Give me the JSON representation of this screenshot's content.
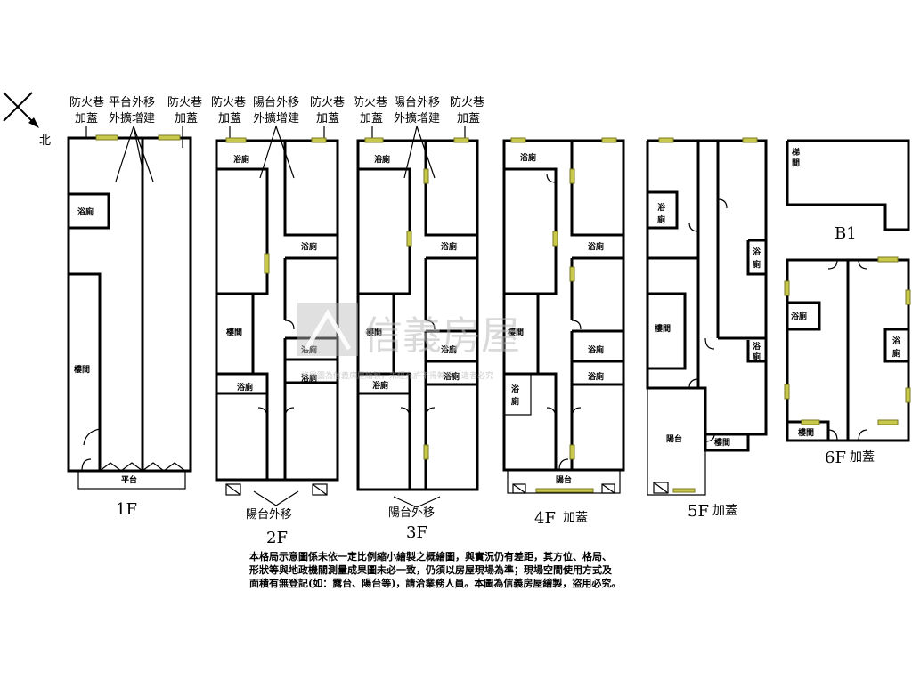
{
  "north_label": "北",
  "watermark": {
    "brand": "信義房屋",
    "subtext": "格局圖為信義房屋繪製，未經允許不得轉載，違者必究"
  },
  "annotations": {
    "a1_line1": "防火巷",
    "a1_line2": "加蓋",
    "a2_line1": "平台外移",
    "a2_line2": "外擴增建",
    "a3_line1": "防火巷",
    "a3_line2": "加蓋",
    "a4_line1": "防火巷",
    "a4_line2": "加蓋",
    "a5_line1": "陽台外移",
    "a5_line2": "外擴增建",
    "a6_line1": "防火巷",
    "a6_line2": "加蓋",
    "a7_line1": "防火巷",
    "a7_line2": "加蓋",
    "a8_line1": "陽台外移",
    "a8_line2": "外擴增建",
    "a9_line1": "防火巷",
    "a9_line2": "加蓋",
    "balcony_2f": "陽台外移",
    "balcony_3f": "陽台外移"
  },
  "rooms": {
    "bath": "浴廁",
    "bath_v1": "浴",
    "bath_v2": "廁",
    "stair": "樓間",
    "stair_v1": "梯",
    "stair_v2": "間",
    "platform": "平台",
    "balcony": "陽台"
  },
  "floors": {
    "f1": "1F",
    "f2": "2F",
    "f3": "3F",
    "f4": "4F",
    "f4_note": "加蓋",
    "f5": "5F",
    "f5_note": "加蓋",
    "b1": "B1",
    "f6": "6F",
    "f6_note": "加蓋"
  },
  "disclaimer": {
    "line1": "本格局示意圖係未依一定比例縮小繪製之概繪圖，與實況仍有差距，其方位、格局、",
    "line2": "形狀等與地政機關測量成果圖未必一致，仍須以房屋現場為準；現場空間使用方式及",
    "line3": "面積有無登記(如：露台、陽台等)，請洽業務人員。本圖為信義房屋繪製，盜用必究。"
  }
}
